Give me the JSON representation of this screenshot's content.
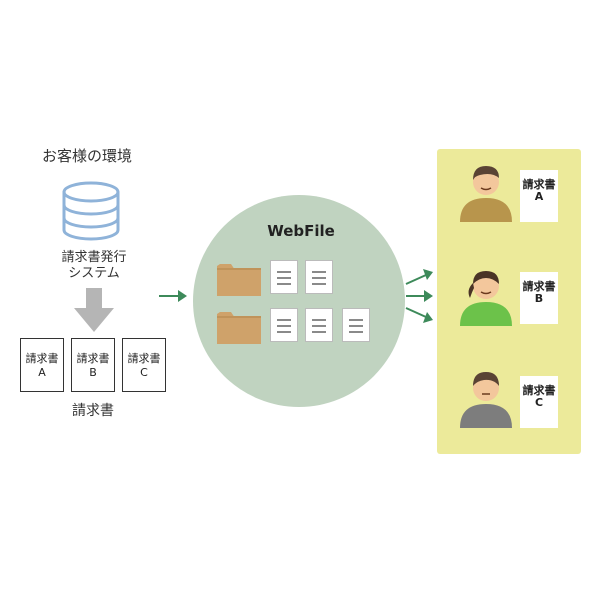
{
  "environment": {
    "title": "お客様の環境",
    "system_label_line1": "請求書発行",
    "system_label_line2": "システム",
    "invoices": [
      {
        "title": "請求書",
        "letter": "A"
      },
      {
        "title": "請求書",
        "letter": "B"
      },
      {
        "title": "請求書",
        "letter": "C"
      }
    ],
    "invoices_label": "請求書"
  },
  "service": {
    "title": "WebFile"
  },
  "recipients": [
    {
      "card_title": "請求書",
      "card_letter": "A",
      "shirt_color": "#b8954c",
      "hair_color": "#5a4334"
    },
    {
      "card_title": "請求書",
      "card_letter": "B",
      "shirt_color": "#6cc24a",
      "hair_color": "#4a3426"
    },
    {
      "card_title": "請求書",
      "card_letter": "C",
      "shirt_color": "#7d7d7d",
      "hair_color": "#5a4334"
    }
  ],
  "colors": {
    "arrow_green": "#3d8a5a",
    "circle": "#c0d3c0",
    "panel": "#ecea9a",
    "folder": "#cfa26a",
    "db_blue": "#8fb3d9",
    "gray_arrow": "#b5b5b5"
  },
  "icons": [
    "database-icon",
    "down-arrow-icon",
    "right-arrow-icon",
    "folder-icon",
    "document-icon",
    "person-icon"
  ]
}
